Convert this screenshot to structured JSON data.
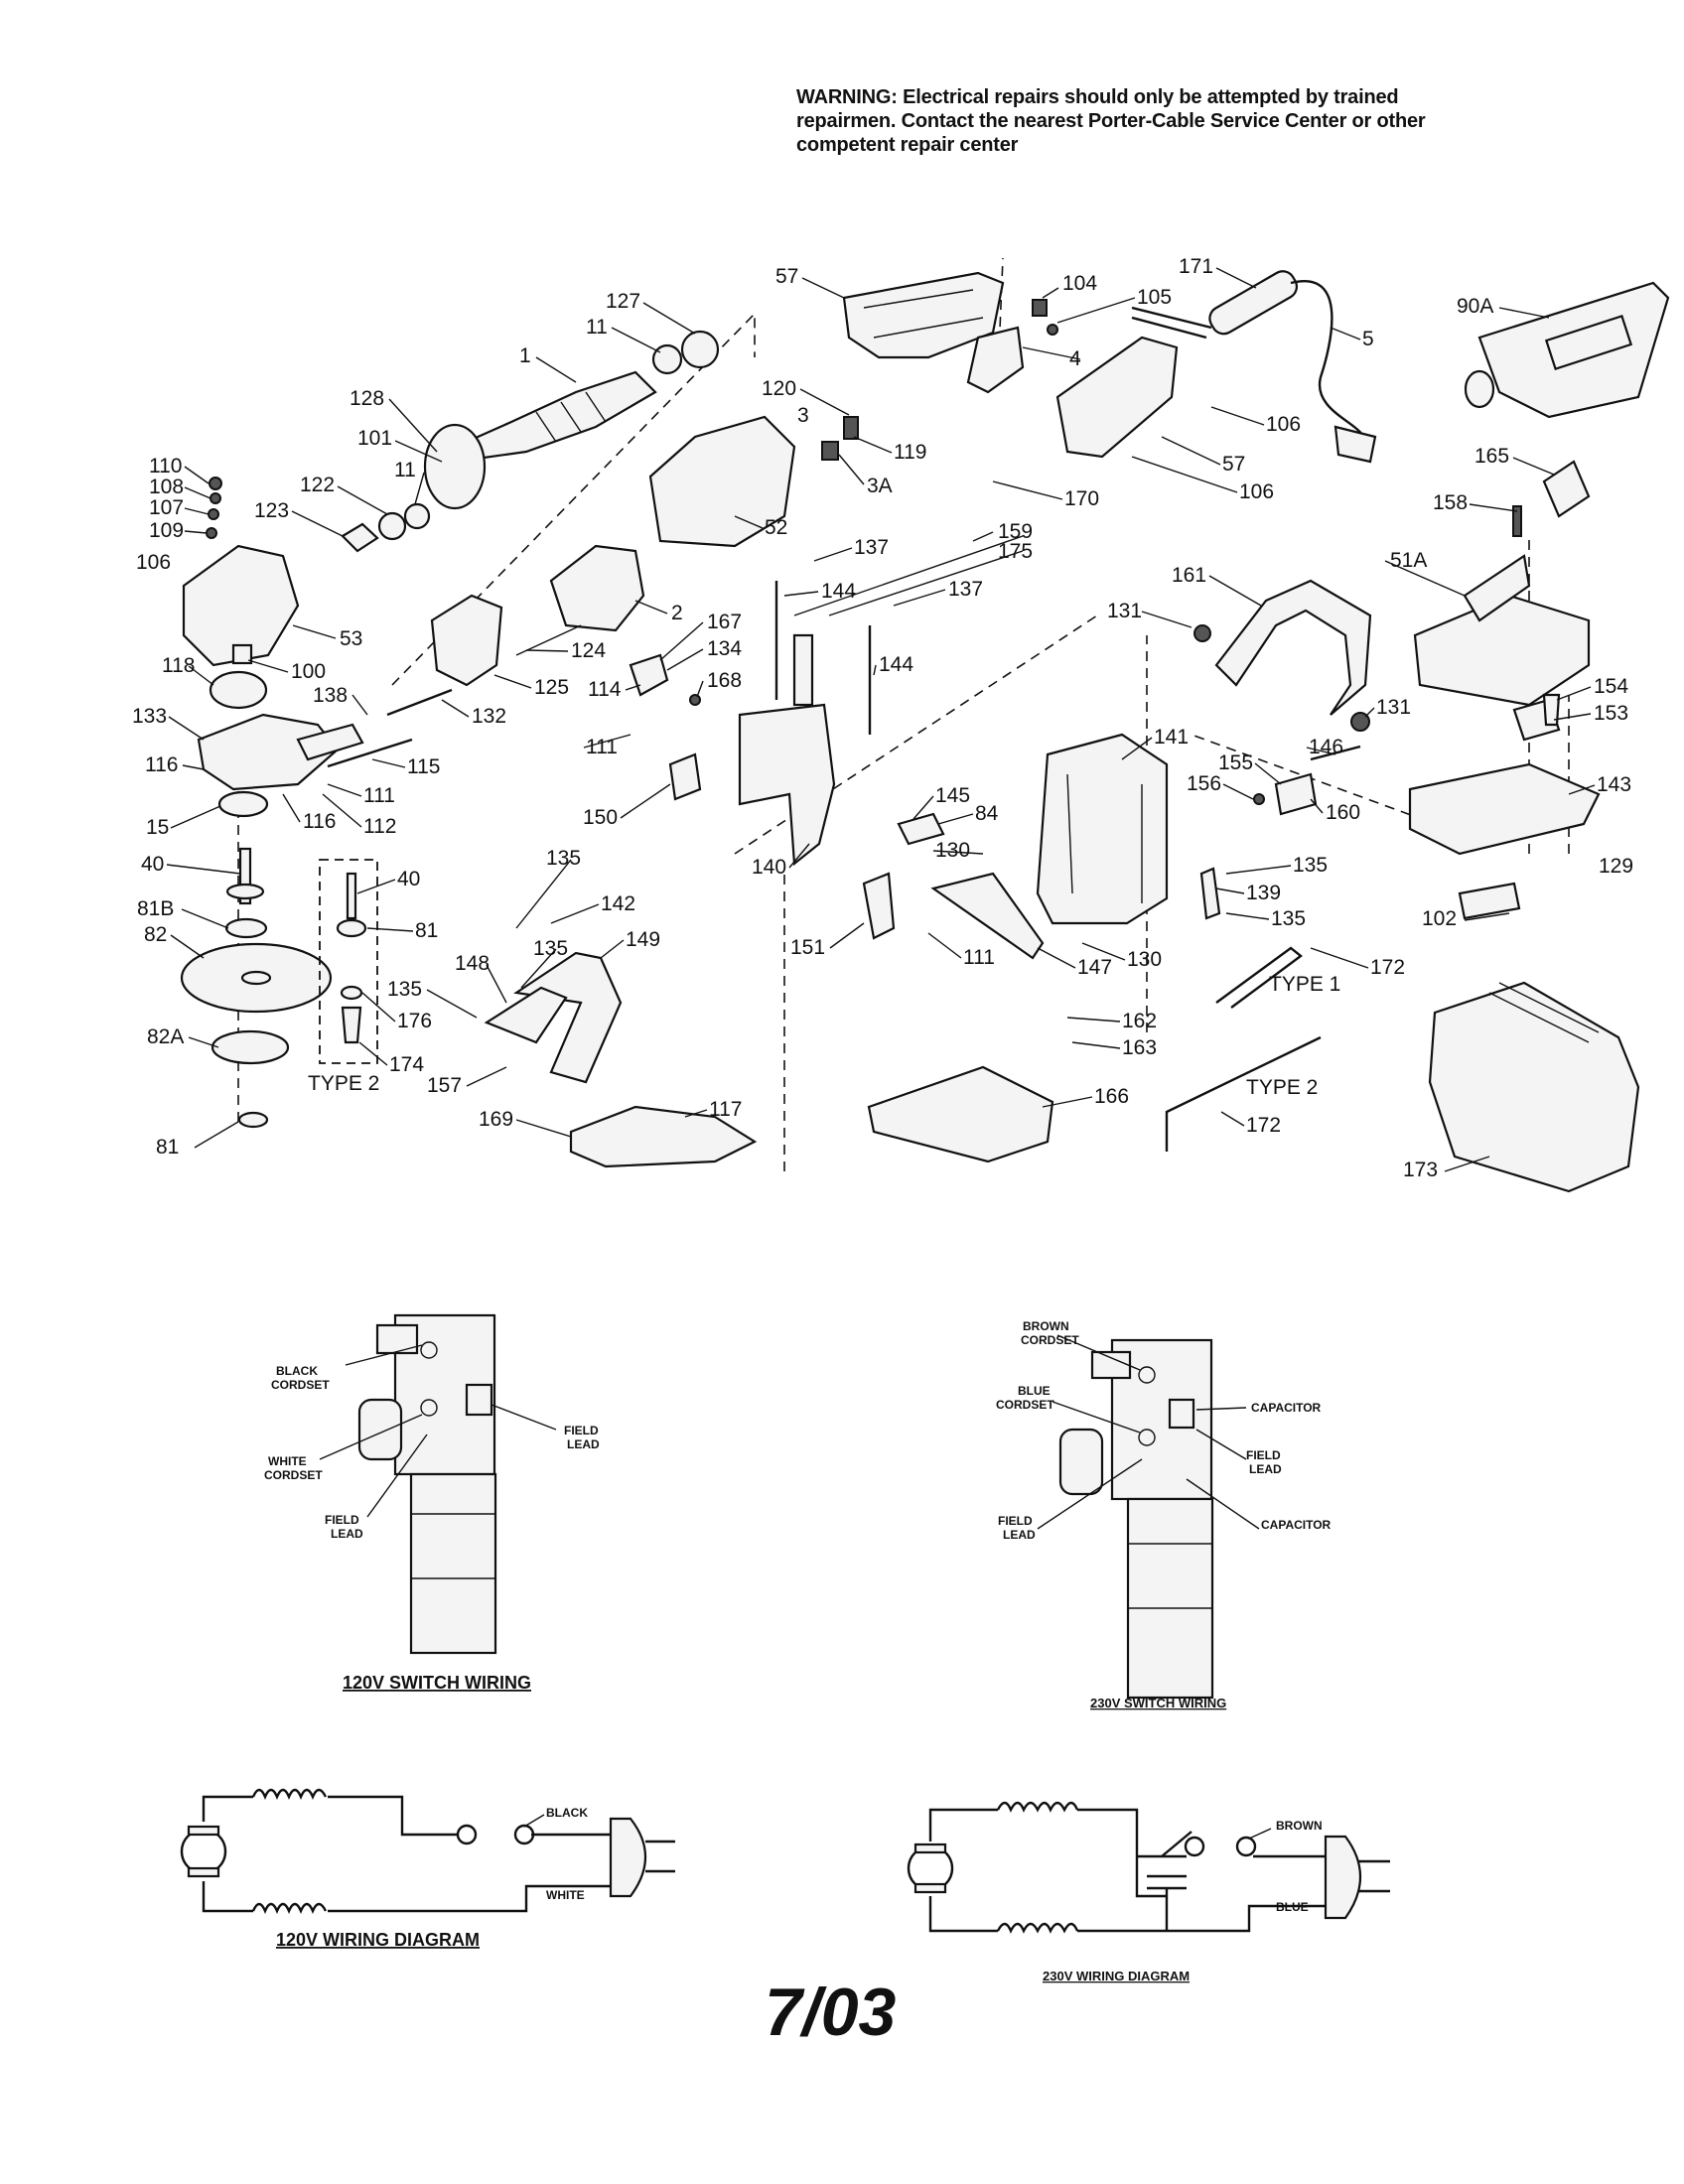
{
  "warning": "WARNING: Electrical repairs should only be attempted by trained repairmen. Contact the nearest Porter-Cable Service Center or other competent repair center",
  "exploded_view": {
    "labels": {
      "l57a": "57",
      "l104": "104",
      "l105": "105",
      "l171": "171",
      "l90A": "90A",
      "l127": "127",
      "l11a": "11",
      "l1": "1",
      "l4": "4",
      "l5": "5",
      "l128": "128",
      "l120": "120",
      "l3": "3",
      "l119": "119",
      "l106a": "106",
      "l101": "101",
      "l57b": "57",
      "l3A": "3A",
      "l165": "165",
      "l110": "110",
      "l108": "108",
      "l107": "107",
      "l109": "109",
      "l106b": "106",
      "l122": "122",
      "l11b": "11",
      "l123": "123",
      "l170": "170",
      "l106c": "106",
      "l52": "52",
      "l158": "158",
      "l159": "159",
      "l137a": "137",
      "l175": "175",
      "l51A": "51A",
      "l53": "53",
      "l2": "2",
      "l144a": "144",
      "l137b": "137",
      "l161": "161",
      "l100": "100",
      "l124": "124",
      "l167": "167",
      "l134": "134",
      "l131a": "131",
      "l118": "118",
      "l125": "125",
      "l114": "114",
      "l168": "168",
      "l144b": "144",
      "l138": "138",
      "l132": "132",
      "l133": "133",
      "l154": "154",
      "l131b": "131",
      "l153": "153",
      "l116a": "116",
      "l115": "115",
      "l111a": "111",
      "l141": "141",
      "l146": "146",
      "l155": "155",
      "l156": "156",
      "l143": "143",
      "l111b": "111",
      "l112": "112",
      "l116b": "116",
      "l150": "150",
      "l145": "145",
      "l160": "160",
      "l15": "15",
      "l84": "84",
      "l40a": "40",
      "l40b": "40",
      "l140": "140",
      "l130a": "130",
      "l135a": "135",
      "l129": "129",
      "l135b": "135",
      "l142": "142",
      "l81a": "81",
      "l139": "139",
      "l81B": "81B",
      "l135c": "135",
      "l102": "102",
      "l82": "82",
      "l135d": "135",
      "l149": "149",
      "l151": "151",
      "l111c": "111",
      "l147": "147",
      "l130b": "130",
      "l172a": "172",
      "l148": "148",
      "l135e": "135",
      "l176": "176",
      "l82A": "82A",
      "l162": "162",
      "l174": "174",
      "l163": "163",
      "l157": "157",
      "l172b": "172",
      "l169": "169",
      "l117": "117",
      "l166": "166",
      "l81b": "81",
      "l173": "173"
    },
    "type1": "TYPE 1",
    "type2_wrench": "TYPE 2",
    "type2_spindle": "TYPE 2"
  },
  "switch_120": {
    "caption": "120V SWITCH WIRING",
    "black": "BLACK",
    "cordset1": "CORDSET",
    "white": "WHITE",
    "cordset2": "CORDSET",
    "field1": "FIELD",
    "lead1": "LEAD",
    "field2": "FIELD",
    "lead2": "LEAD"
  },
  "switch_230": {
    "caption": "230V SWITCH WIRING",
    "brown": "BROWN",
    "cordset1": "CORDSET",
    "blue": "BLUE",
    "cordset2": "CORDSET",
    "capacitor1": "CAPACITOR",
    "field1": "FIELD",
    "lead1": "LEAD",
    "field2": "FIELD",
    "lead2": "LEAD",
    "capacitor2": "CAPACITOR"
  },
  "wiring_120": {
    "caption": "120V WIRING DIAGRAM",
    "black": "BLACK",
    "white": "WHITE"
  },
  "wiring_230": {
    "caption": "230V WIRING DIAGRAM",
    "brown": "BROWN",
    "blue": "BLUE"
  },
  "date_code": "7/03"
}
